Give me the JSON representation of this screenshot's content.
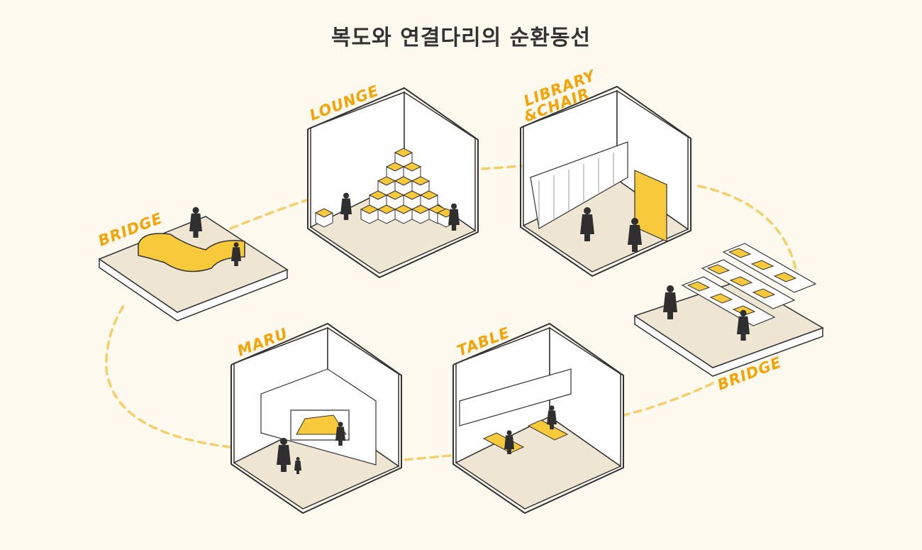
{
  "title": "복도와 연결다리의 순환동선",
  "labels": {
    "lounge": "LOUNGE",
    "library_1": "LIBRARY",
    "library_2": "&CHAIR",
    "bridge_left": "BRIDGE",
    "bridge_right": "BRIDGE",
    "maru": "MARU",
    "table": "TABLE"
  },
  "colors": {
    "background": "#fdf9ef",
    "accent": "#f5a300",
    "path": "#f5d06a",
    "floor": "#efe5d3",
    "furniture": "#f9c93c",
    "figure": "#2f2f2f"
  }
}
